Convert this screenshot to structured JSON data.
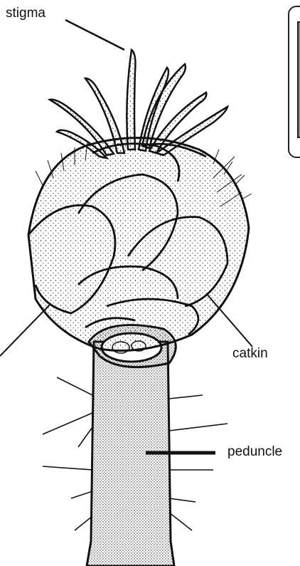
{
  "labels": {
    "stigma": "stigma",
    "catkin": "catkin",
    "peduncle": "peduncle"
  },
  "colors": {
    "ink": "#111111",
    "background": "#ffffff",
    "legend_fill": "#8a8a8a"
  }
}
